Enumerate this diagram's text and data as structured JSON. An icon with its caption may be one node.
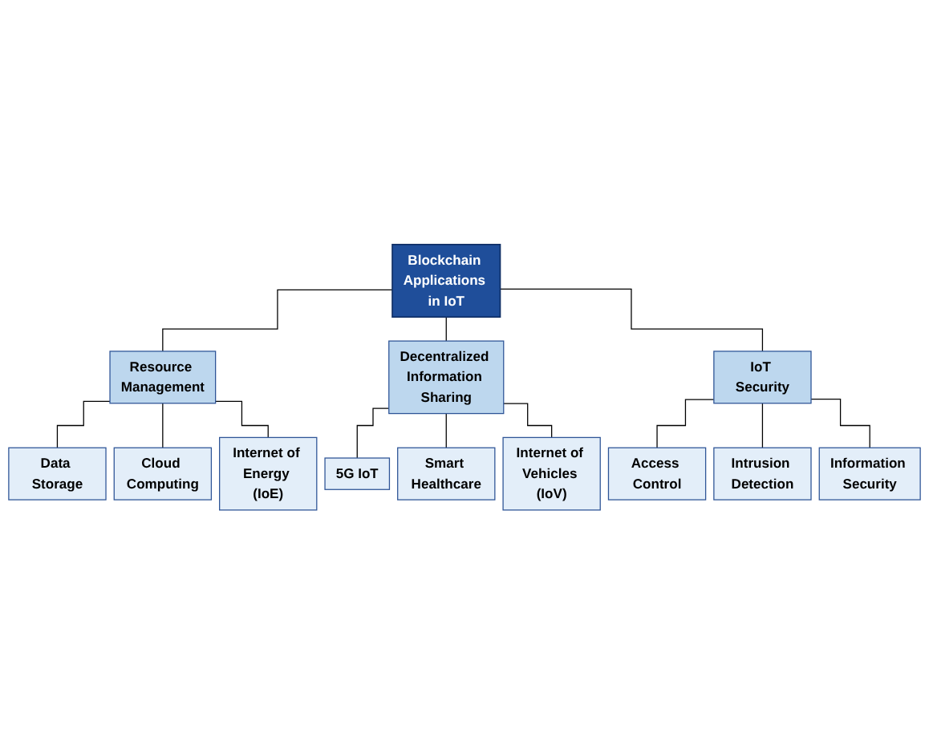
{
  "diagram": {
    "nodes": [
      {
        "text": [
          "Blockchain Applications in IoT"
        ]
      },
      {
        "text": [
          "Resource Management"
        ]
      },
      {
        "text": [
          "Decentralized Information Sharing"
        ]
      },
      {
        "text": [
          "IoT Security"
        ]
      },
      {
        "text": [
          "Data Storage"
        ]
      },
      {
        "text": [
          "Cloud Computing"
        ]
      },
      {
        "text": [
          "Internet of Energy (IoE)"
        ]
      },
      {
        "text": [
          "5G IoT"
        ]
      },
      {
        "text": [
          "Smart Healthcare"
        ]
      },
      {
        "text": [
          "Internet of Vehicles (IoV)"
        ]
      },
      {
        "text": [
          "Access Control"
        ]
      },
      {
        "text": [
          "Intrusion Detection"
        ]
      },
      {
        "text": [
          "Information Security"
        ]
      }
    ],
    "edges": [
      {
        "from": 0,
        "to": 1,
        "arrow": "none"
      },
      {
        "from": 0,
        "to": 2,
        "arrow": "none"
      },
      {
        "from": 0,
        "to": 3,
        "arrow": "none"
      },
      {
        "from": 1,
        "to": 4,
        "arrow": "none"
      },
      {
        "from": 1,
        "to": 5,
        "arrow": "none"
      },
      {
        "from": 1,
        "to": 6,
        "arrow": "none"
      },
      {
        "from": 2,
        "to": 7,
        "arrow": "none"
      },
      {
        "from": 2,
        "to": 8,
        "arrow": "none"
      },
      {
        "from": 2,
        "to": 9,
        "arrow": "none"
      },
      {
        "from": 3,
        "to": 10,
        "arrow": "none"
      },
      {
        "from": 3,
        "to": 11,
        "arrow": "none"
      },
      {
        "from": 3,
        "to": 12,
        "arrow": "none"
      }
    ]
  }
}
